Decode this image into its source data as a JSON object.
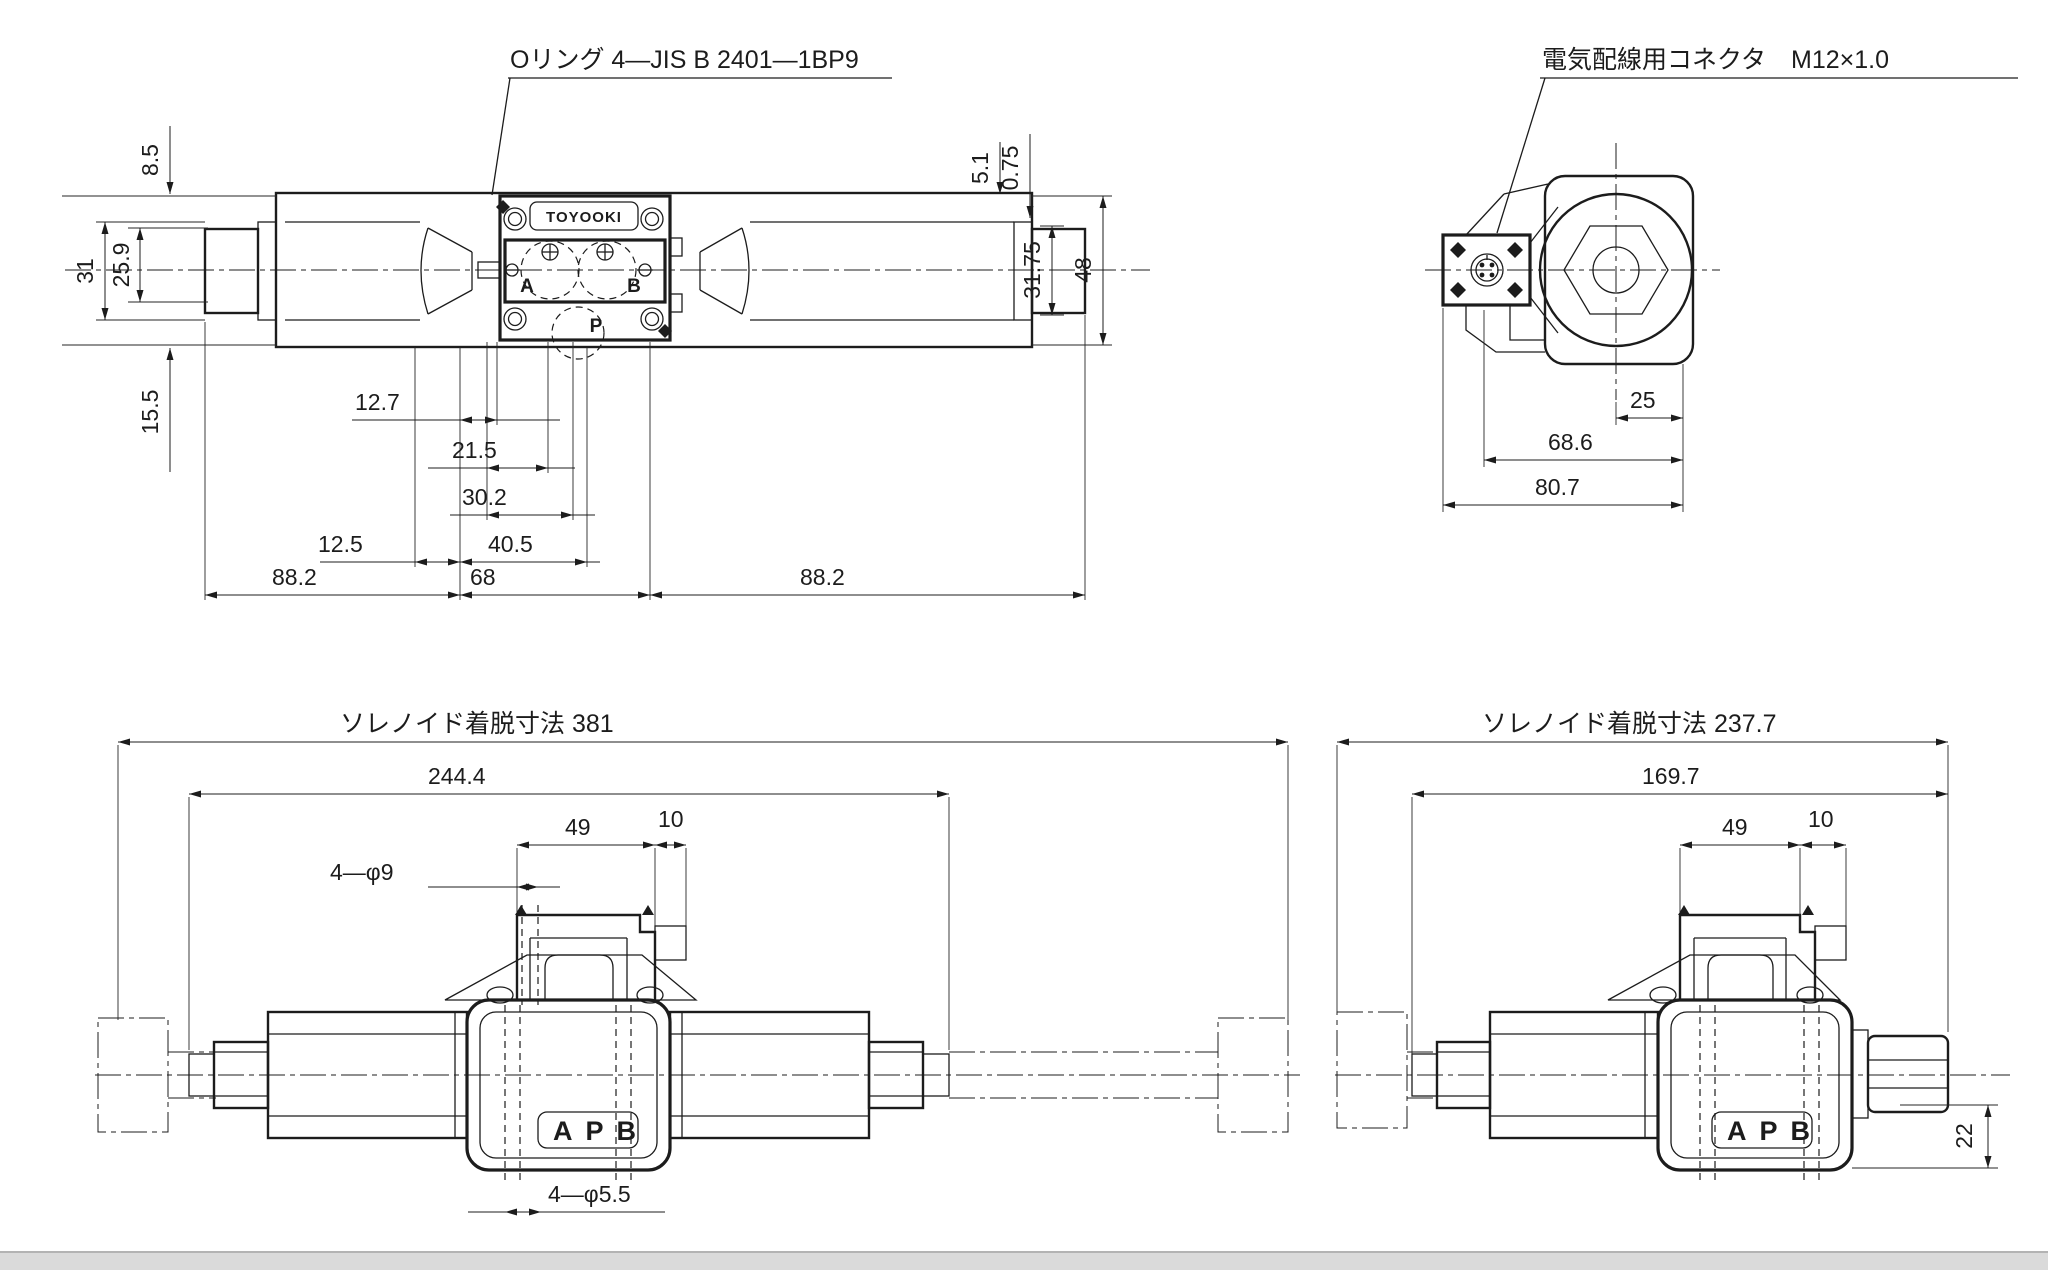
{
  "page": {
    "background": "#ffffff",
    "ink_color": "#1c1c1c",
    "footer_band_color": "#dadada"
  },
  "annotations": {
    "oring_label": "Oリング 4—JIS B 2401—1BP9",
    "connector_label": "電気配線用コネクタ　M12×1.0"
  },
  "brand": "TOYOOKI",
  "top_view": {
    "dims": {
      "h85": "8.5",
      "h31": "31",
      "h259": "25.9",
      "h155": "15.5",
      "h51": "5.1",
      "h075": "0.75",
      "h3175": "31.75",
      "h48": "48",
      "w127": "12.7",
      "w215": "21.5",
      "w302": "30.2",
      "w125": "12.5",
      "w405": "40.5",
      "w882_left": "88.2",
      "w68": "68",
      "w882_right": "88.2"
    },
    "ports": {
      "a": "A",
      "b": "B",
      "p": "P"
    }
  },
  "end_view": {
    "dims": {
      "w25": "25",
      "w686": "68.6",
      "w807": "80.7"
    }
  },
  "side_view_double": {
    "title": "ソレノイド着脱寸法 381",
    "dims": {
      "w2444": "244.4",
      "w49": "49",
      "w10": "10",
      "holes_top": "4—φ9",
      "holes_bottom": "4—φ5.5"
    },
    "plate": "APB"
  },
  "side_view_single": {
    "title": "ソレノイド着脱寸法 237.7",
    "dims": {
      "w1697": "169.7",
      "w49": "49",
      "w10": "10",
      "h22": "22"
    },
    "plate": "APB"
  }
}
